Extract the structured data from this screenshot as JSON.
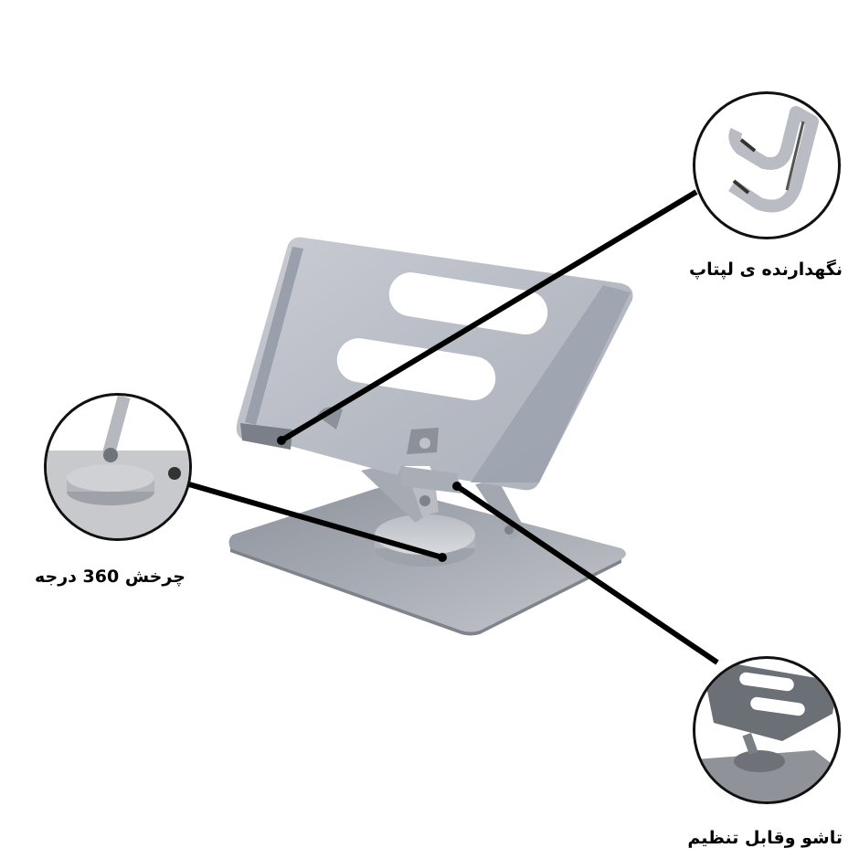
{
  "image": {
    "subject": "rotating adjustable aluminum laptop stand",
    "background_color": "#ffffff",
    "product_color": "#b8bcc6",
    "line_color": "#000000"
  },
  "callouts": [
    {
      "id": "laptop-holder",
      "label": "نگهدارنده ی لپتاپ",
      "detail": "laptop hook lip close-up"
    },
    {
      "id": "rotation",
      "label": "چرخش 360 درجه",
      "detail": "rotating base close-up"
    },
    {
      "id": "foldable-adjustable",
      "label": "تاشو وقابل تنظیم",
      "detail": "folding adjustable stand close-up"
    }
  ]
}
